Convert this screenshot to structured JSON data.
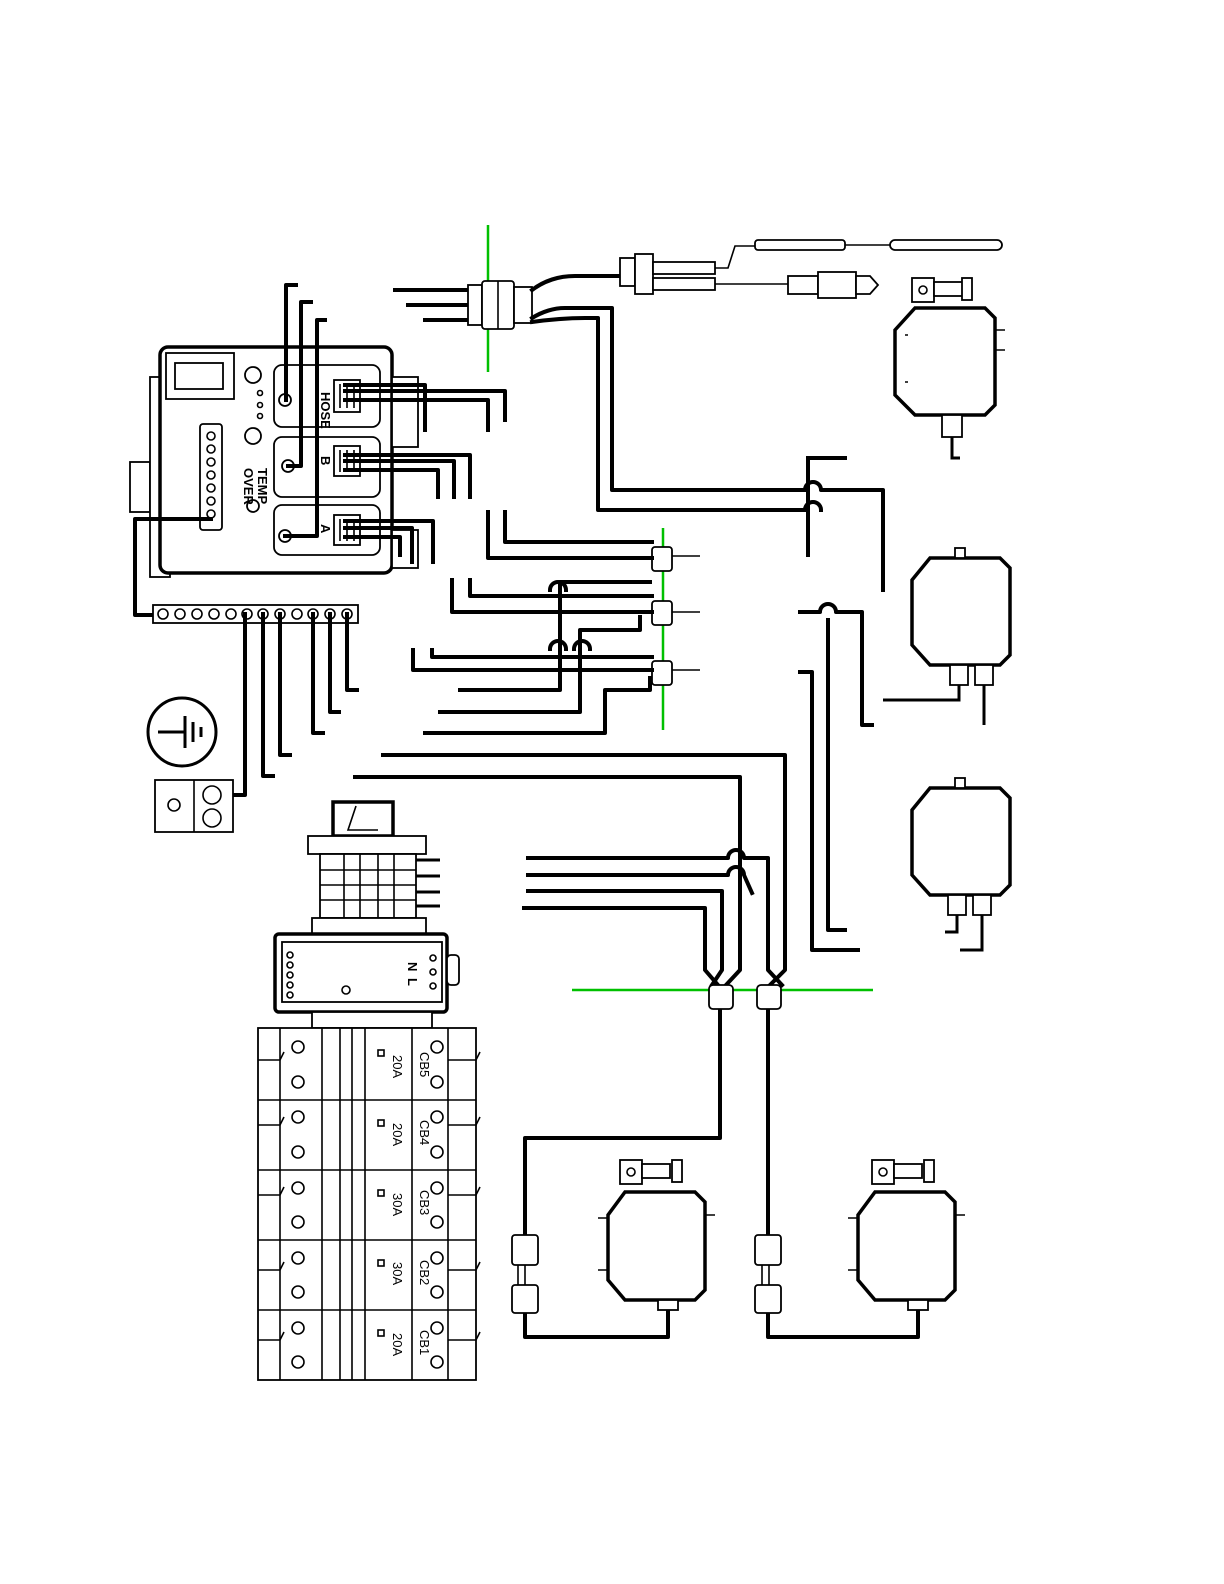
{
  "controller": {
    "zone_labels": [
      "HOSE",
      "B",
      "A"
    ],
    "over_temp_label": [
      "OVER",
      "TEMP"
    ]
  },
  "power_supply": {
    "terminal_labels": [
      "N",
      "L"
    ]
  },
  "breakers": [
    {
      "label": "CB5",
      "rating": "20A"
    },
    {
      "label": "CB4",
      "rating": "20A"
    },
    {
      "label": "CB3",
      "rating": "30A"
    },
    {
      "label": "CB2",
      "rating": "30A"
    },
    {
      "label": "CB1",
      "rating": "20A"
    }
  ],
  "colors": {
    "wire": "#000000",
    "panel_wall": "#00c000",
    "background": "#ffffff"
  },
  "icons": [
    "ground-symbol-icon",
    "junction-box-icon",
    "temperature-sensor-icon",
    "connector-plug-icon"
  ]
}
